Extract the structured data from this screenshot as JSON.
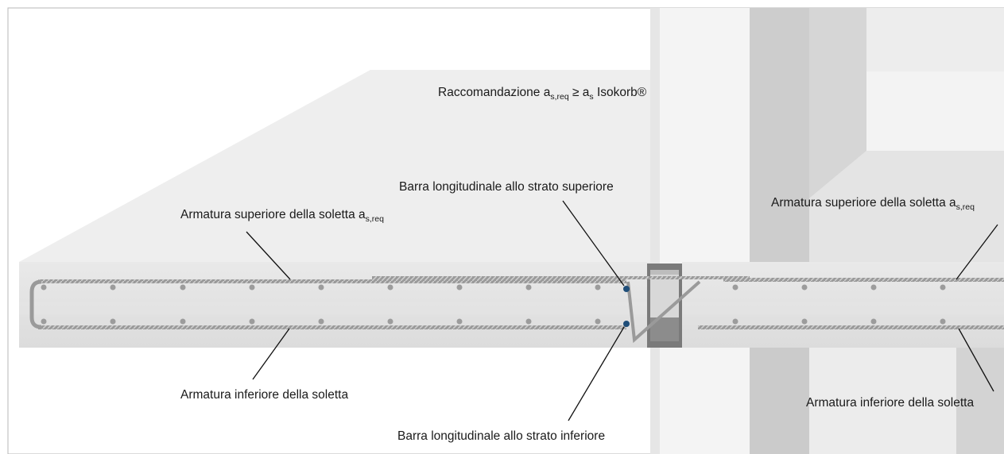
{
  "labels": {
    "recommendation_prefix": "Raccomandazione a",
    "recommendation_sub1": "s,req",
    "recommendation_mid": " ≥ a",
    "recommendation_sub2": "s",
    "recommendation_suffix": " Isokorb®",
    "long_bar_top": "Barra longitudinale allo strato superiore",
    "long_bar_bottom": "Barra longitudinale allo strato inferiore",
    "top_reinf_left": "Armatura superiore della soletta a",
    "top_reinf_left_sub": "s,req",
    "top_reinf_right": "Armatura superiore della soletta a",
    "top_reinf_right_sub": "s,req",
    "bottom_reinf_left": "Armatura inferiore della soletta",
    "bottom_reinf_right": "Armatura inferiore della soletta"
  },
  "colors": {
    "concrete_light": "#ececec",
    "concrete_mid": "#e0e0e0",
    "concrete_dark": "#c9c9c9",
    "rebar": "#8f8f8f",
    "marker_dot": "#1f4e79",
    "leader": "#111111"
  }
}
